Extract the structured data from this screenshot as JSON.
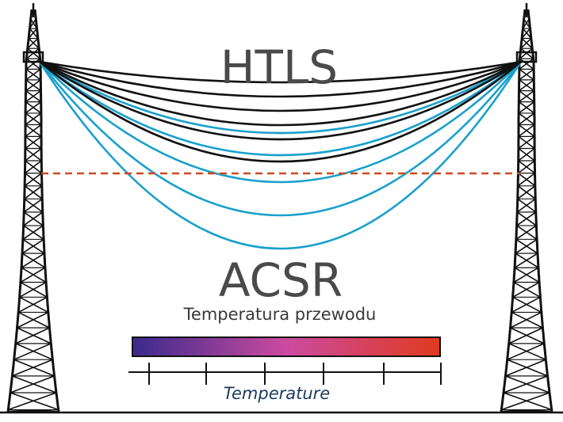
{
  "diagram": {
    "top_label": "HTLS",
    "bottom_label": "ACSR",
    "bar_caption": "Temperatura przewodu",
    "axis_caption": "Temperature",
    "colors": {
      "htls_line": "#111111",
      "acsr_line": "#1aa0cc",
      "limit_line": "#cc4a1e",
      "tower": "#111111",
      "gradient_start": "#3a2a8c",
      "gradient_mid": "#cc4aa0",
      "gradient_end": "#e03a1e"
    },
    "htls_sag_levels": [
      0,
      1,
      2,
      3,
      4,
      5
    ],
    "acsr_sag_levels": [
      0,
      1,
      2,
      3,
      4
    ],
    "axis_ticks": [
      0,
      1,
      2,
      3,
      4,
      5
    ]
  }
}
